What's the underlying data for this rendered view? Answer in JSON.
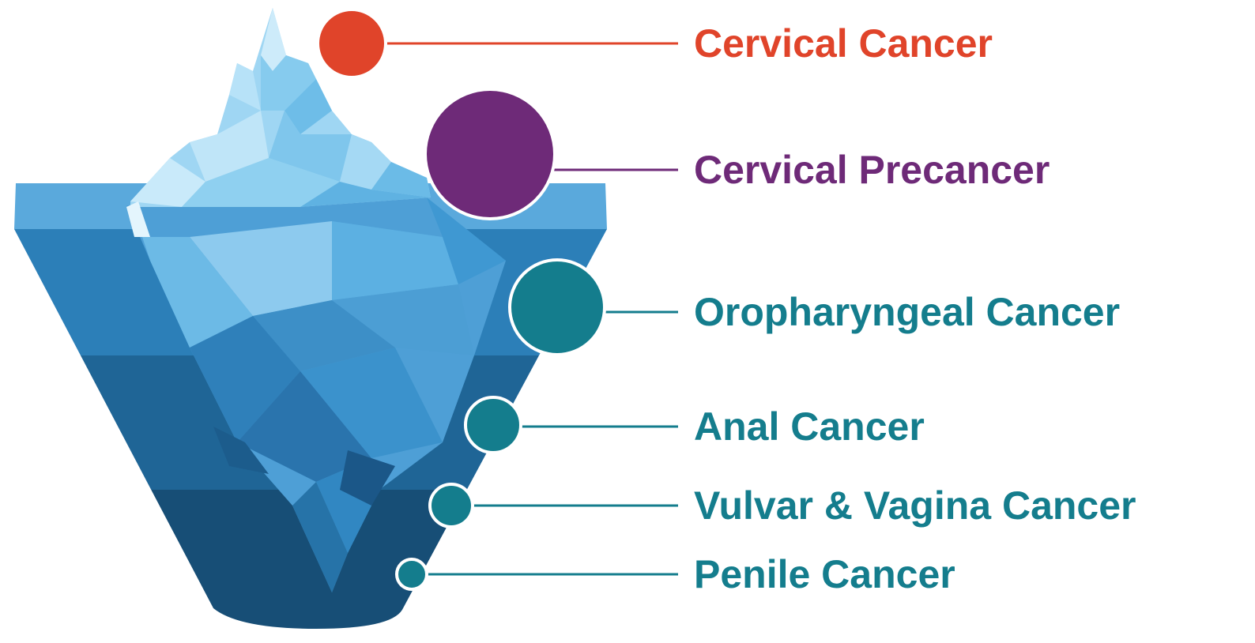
{
  "colors": {
    "red": "#e0442a",
    "purple": "#6e2a78",
    "teal": "#147d8d"
  },
  "items": [
    {
      "label": "Cervical Cancer",
      "color": "#e0442a"
    },
    {
      "label": "Cervical Precancer",
      "color": "#6e2a78"
    },
    {
      "label": "Oropharyngeal Cancer",
      "color": "#147d8d"
    },
    {
      "label": "Anal Cancer",
      "color": "#147d8d"
    },
    {
      "label": "Vulvar & Vagina Cancer",
      "color": "#147d8d"
    },
    {
      "label": "Penile Cancer",
      "color": "#147d8d"
    }
  ]
}
